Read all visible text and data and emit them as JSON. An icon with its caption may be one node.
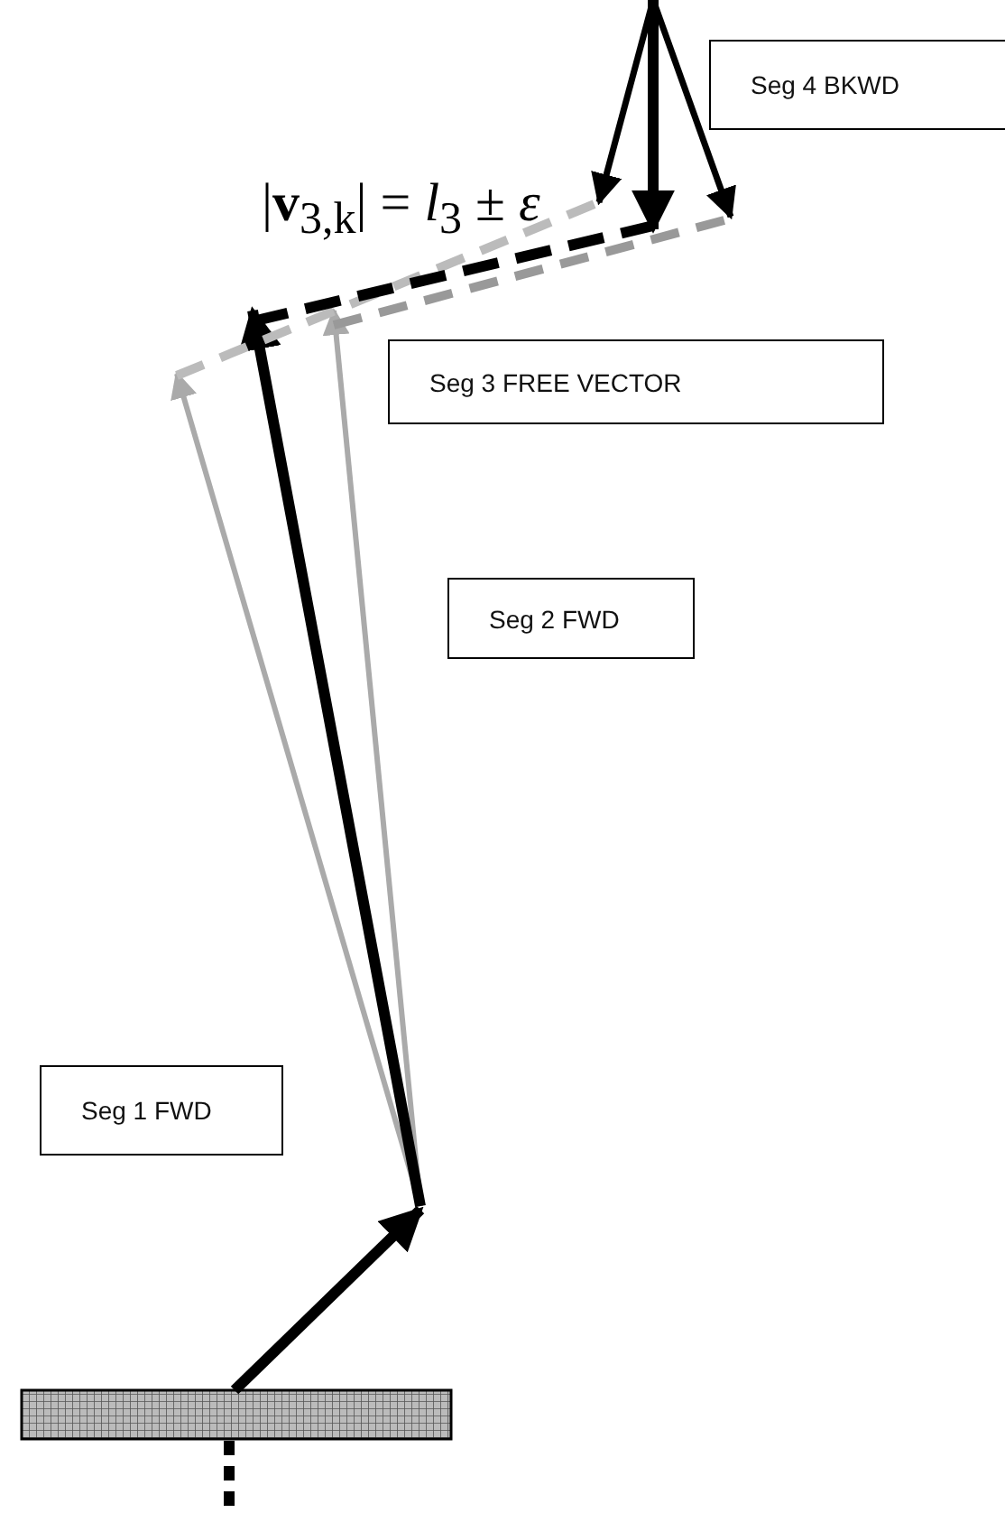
{
  "diagram": {
    "nodes": [
      {
        "text": [
          "Seg 4 BKWD"
        ]
      },
      {
        "text": [
          "Seg 3 FREE VECTOR"
        ]
      },
      {
        "text": [
          "Seg 2 FWD"
        ]
      },
      {
        "text": [
          "Seg 1 FWD"
        ]
      },
      {
        "text": [],
        "shape": "bar"
      }
    ],
    "labels": [
      "|**v**$_{3,k}$| = *l*$_{3}$ ± *ε*"
    ]
  }
}
